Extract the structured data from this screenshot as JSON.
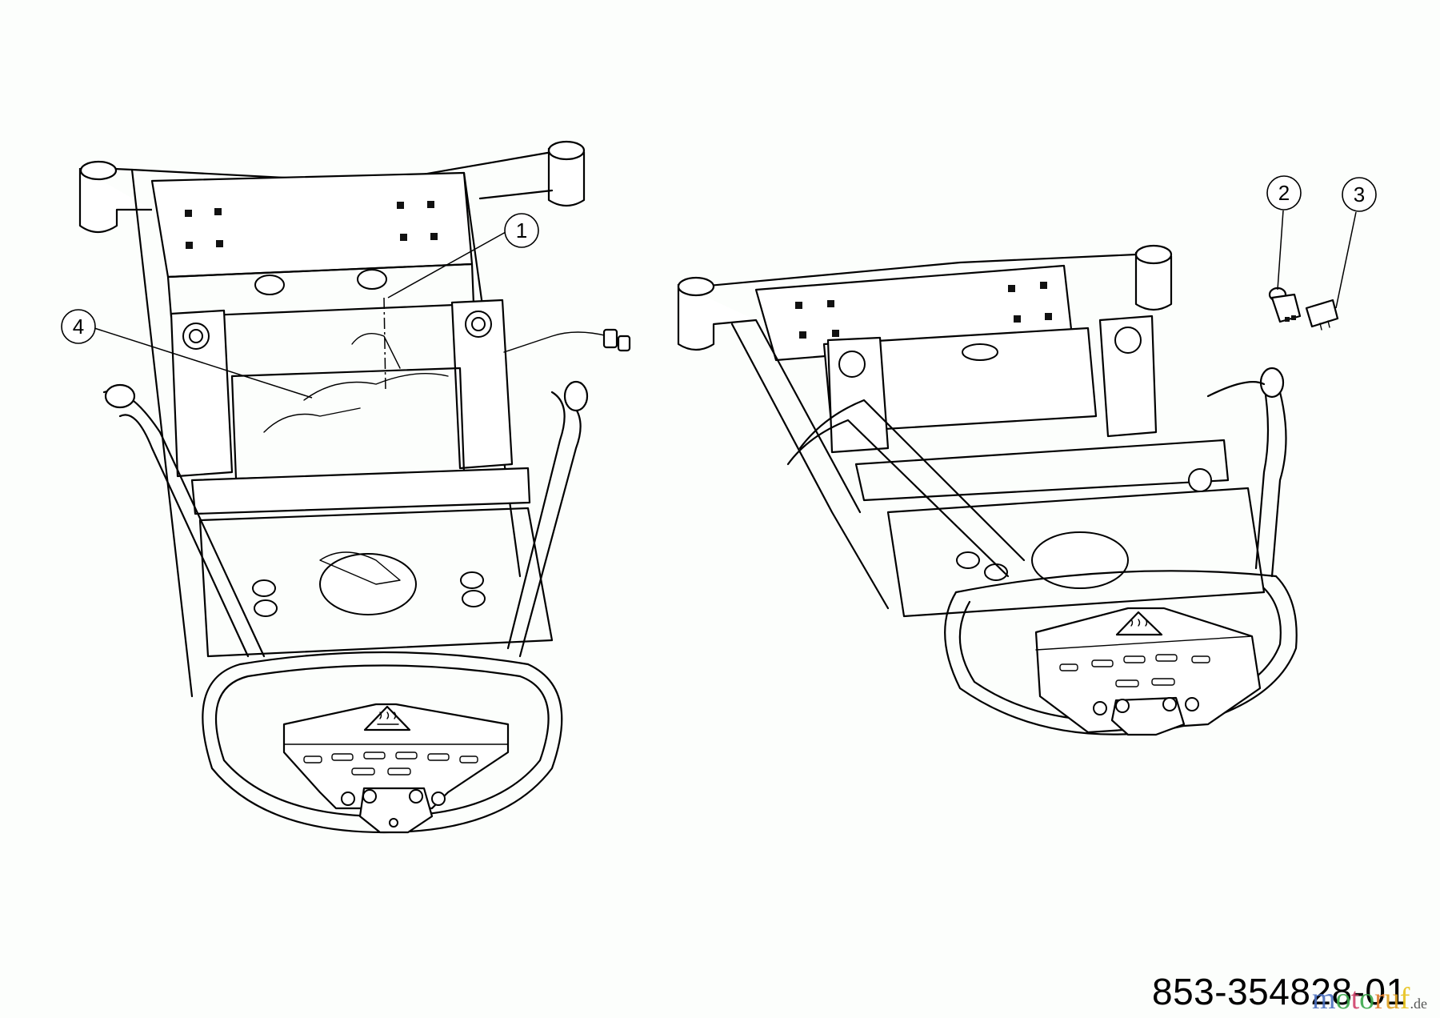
{
  "diagram": {
    "type": "parts-diagram",
    "views": [
      {
        "id": "left-view",
        "description": "Riding mower frame assembly, top-front view with wiring harness"
      },
      {
        "id": "right-view",
        "description": "Riding mower frame assembly, alternate angle"
      }
    ],
    "callouts": [
      {
        "number": "1",
        "label": "1"
      },
      {
        "number": "2",
        "label": "2"
      },
      {
        "number": "3",
        "label": "3"
      },
      {
        "number": "4",
        "label": "4"
      }
    ],
    "part_number": "853-354828-01",
    "watermark": {
      "letters": [
        {
          "char": "m",
          "color": "#4a6fbf"
        },
        {
          "char": "o",
          "color": "#3aa84a"
        },
        {
          "char": "t",
          "color": "#d0406a"
        },
        {
          "char": "o",
          "color": "#3aa84a"
        },
        {
          "char": "r",
          "color": "#e07a2a"
        },
        {
          "char": "u",
          "color": "#e0a020"
        },
        {
          "char": "f",
          "color": "#e8c21a"
        }
      ],
      "tld": ".de"
    },
    "warning_symbol": "hot-surface-warning-icon"
  }
}
